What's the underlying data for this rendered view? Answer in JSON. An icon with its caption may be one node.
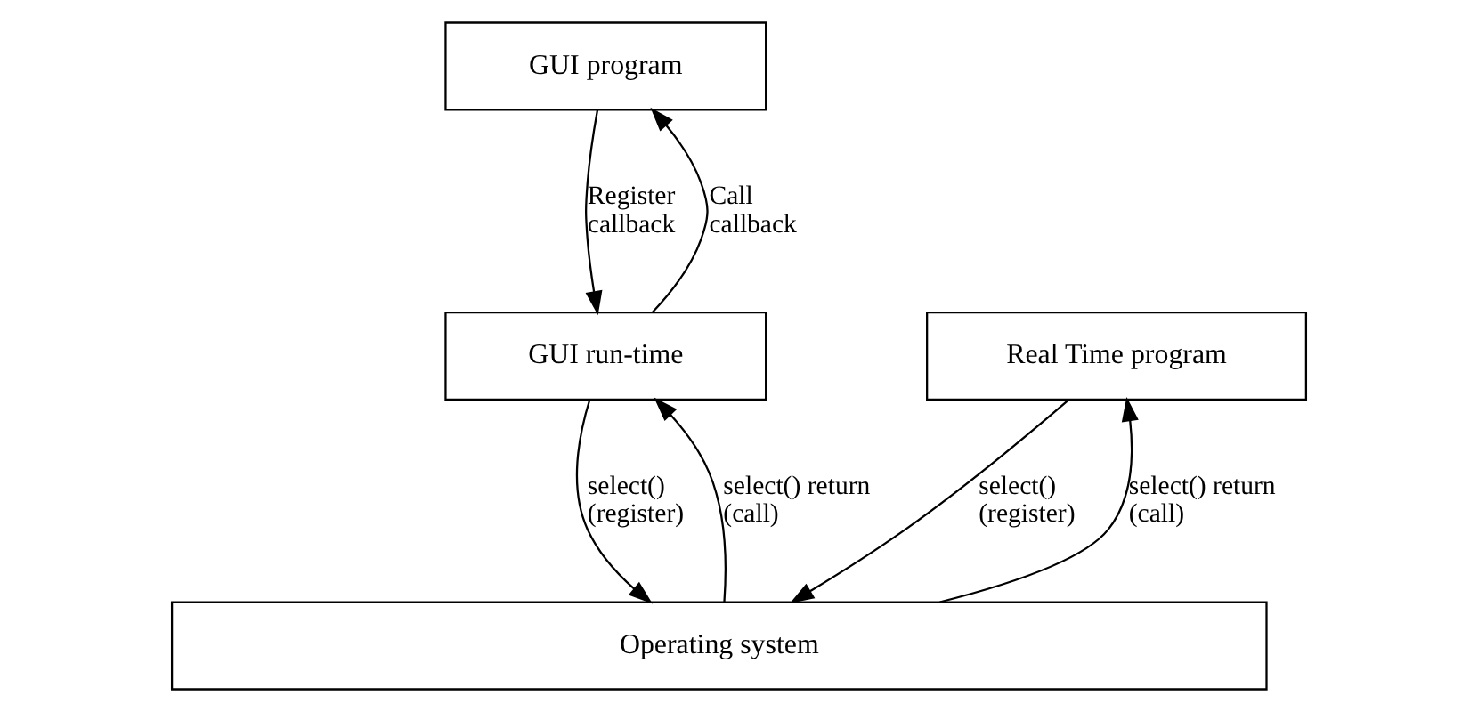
{
  "diagram": {
    "nodes": [
      {
        "text": [
          "GUI program"
        ]
      },
      {
        "text": [
          "GUI run-time"
        ]
      },
      {
        "text": [
          "Real Time program"
        ]
      },
      {
        "text": [
          "Operating system"
        ]
      }
    ],
    "edges": [
      {
        "from": 0,
        "to": 1,
        "arrow": "to",
        "label": "Register callback"
      },
      {
        "from": 1,
        "to": 0,
        "arrow": "to",
        "label": "Call callback"
      },
      {
        "from": 1,
        "to": 3,
        "arrow": "to",
        "label": "select() (register)"
      },
      {
        "from": 3,
        "to": 1,
        "arrow": "to",
        "label": "select() return (call)"
      },
      {
        "from": 2,
        "to": 3,
        "arrow": "to",
        "label": "select() (register)"
      },
      {
        "from": 3,
        "to": 2,
        "arrow": "to",
        "label": "select() return (call)"
      }
    ]
  }
}
